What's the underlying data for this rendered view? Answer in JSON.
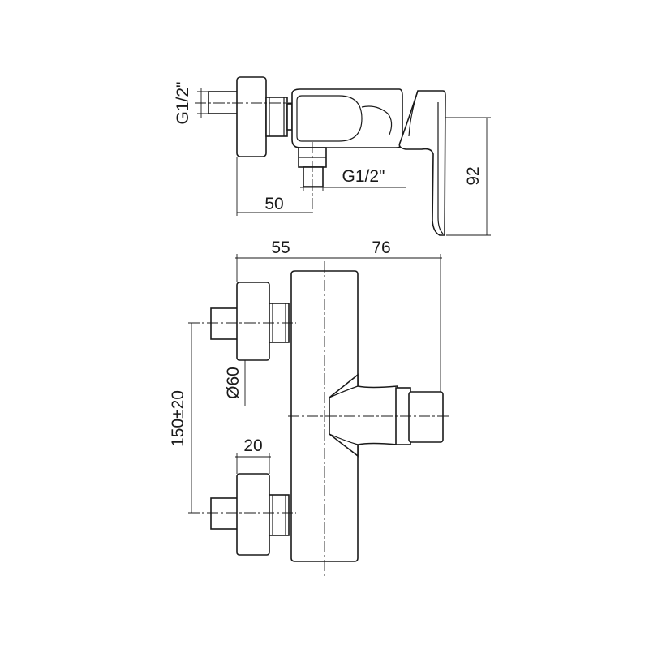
{
  "labels": {
    "top_thread_vertical": "G1/2\"",
    "top_thread_horizontal": "G1/2\"",
    "dim_50": "50",
    "dim_92": "92",
    "dim_55": "55",
    "dim_76": "76",
    "dim_diameter": "Ø60",
    "dim_spacing": "150±20",
    "dim_20": "20"
  }
}
